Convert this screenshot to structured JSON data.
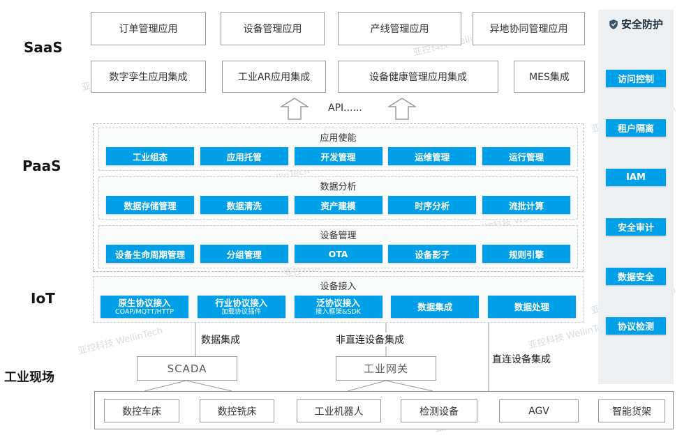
{
  "watermark": "亚控科技 WellinTech",
  "layer_labels": {
    "saas": "SaaS",
    "paas": "PaaS",
    "iot": "IoT",
    "field": "工业现场"
  },
  "saas": {
    "row1": [
      "订单管理应用",
      "设备管理应用",
      "产线管理应用",
      "异地协同管理应用"
    ],
    "row2": [
      "数字孪生应用集成",
      "工业AR应用集成",
      "设备健康管理应用集成",
      "MES集成"
    ]
  },
  "api_label": "API......",
  "paas_sections": [
    {
      "title": "应用使能",
      "items": [
        "工业组态",
        "应用托管",
        "开发管理",
        "运维管理",
        "运行管理"
      ]
    },
    {
      "title": "数据分析",
      "items": [
        "数据存储管理",
        "数据清洗",
        "资产建模",
        "时序分析",
        "流批计算"
      ]
    },
    {
      "title": "设备管理",
      "items": [
        "设备生命周期管理",
        "分组管理",
        "OTA",
        "设备影子",
        "规则引擎"
      ]
    }
  ],
  "iot_section": {
    "title": "设备接入",
    "items": [
      {
        "label": "原生协议接入",
        "sublabel": "COAP/MQTT/HTTP"
      },
      {
        "label": "行业协议接入",
        "sublabel": "加载协议插件"
      },
      {
        "label": "泛协议接入",
        "sublabel": "接入框架&SDK"
      },
      {
        "label": "数据集成",
        "sublabel": ""
      },
      {
        "label": "数据处理",
        "sublabel": ""
      }
    ]
  },
  "security": {
    "title": "安全防护",
    "items": [
      "访问控制",
      "租户隔离",
      "IAM",
      "安全审计",
      "数据安全",
      "协议检测"
    ]
  },
  "connections": {
    "left": "数据集成",
    "middle": "非直连设备集成",
    "right": "直连设备集成"
  },
  "gateways": [
    "SCADA",
    "工业网关"
  ],
  "field_devices": [
    "数控车床",
    "数控铣床",
    "工业机器人",
    "检测设备",
    "AGV",
    "智能货架"
  ],
  "colors": {
    "accent": "#00A0E8"
  }
}
